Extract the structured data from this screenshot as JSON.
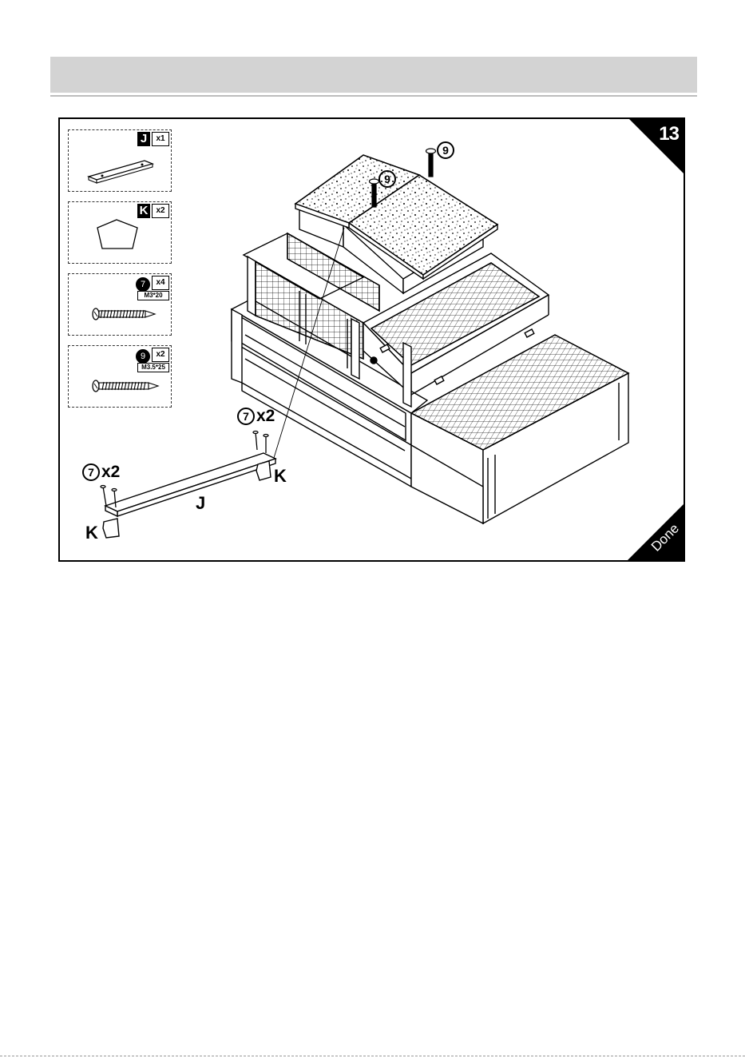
{
  "step": {
    "number": "13",
    "done_label": "Done"
  },
  "parts_list": [
    {
      "code": "J",
      "quantity": "x1"
    },
    {
      "code": "K",
      "quantity": "x2"
    },
    {
      "code": "7",
      "quantity": "x4",
      "spec": "M3*20"
    },
    {
      "code": "9",
      "quantity": "x2",
      "spec": "M3.5*25"
    }
  ],
  "callouts": {
    "screw_top_left": "9",
    "screw_top_right": "9",
    "screw_group_right": {
      "code": "7",
      "count": "x2"
    },
    "screw_group_left": {
      "code": "7",
      "count": "x2"
    },
    "label_K_right": "K",
    "label_K_left": "K",
    "label_J": "J"
  }
}
